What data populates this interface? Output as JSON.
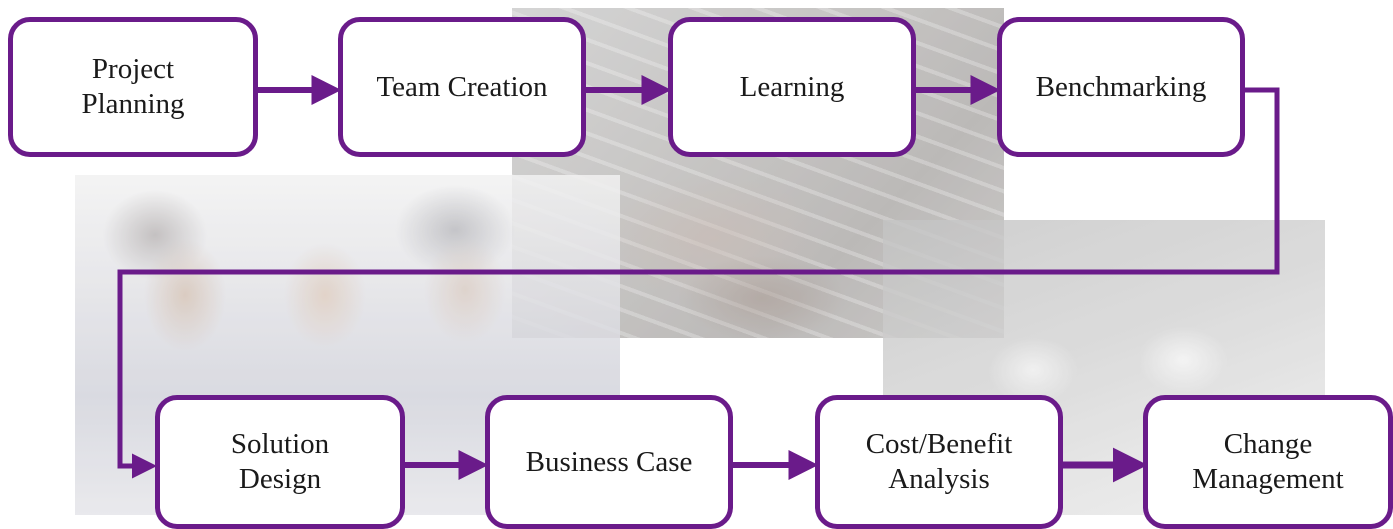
{
  "steps": [
    {
      "id": "project-planning",
      "label": "Project\nPlanning"
    },
    {
      "id": "team-creation",
      "label": "Team Creation"
    },
    {
      "id": "learning",
      "label": "Learning"
    },
    {
      "id": "benchmarking",
      "label": "Benchmarking"
    },
    {
      "id": "solution-design",
      "label": "Solution\nDesign"
    },
    {
      "id": "business-case",
      "label": "Business Case"
    },
    {
      "id": "cost-benefit-analysis",
      "label": "Cost/Benefit\nAnalysis"
    },
    {
      "id": "change-management",
      "label": "Change\nManagement"
    }
  ],
  "colors": {
    "accent": "#6a1b8a",
    "text": "#1a1a1a",
    "box_fill": "#ffffff"
  }
}
